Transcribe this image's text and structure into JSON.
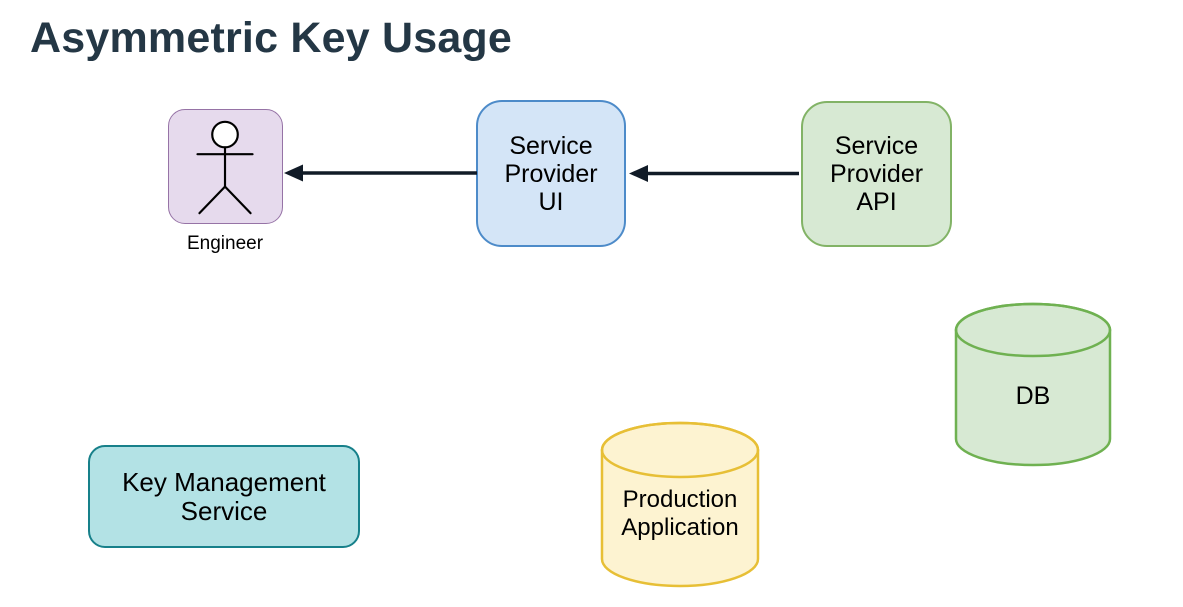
{
  "title": "Asymmetric Key Usage",
  "title_color": "#243745",
  "diagram": {
    "nodes": {
      "engineer": {
        "label": "Engineer",
        "shape": "actor-rounded-rect",
        "icon": "stick-figure-actor-icon",
        "fill": "#e6daed",
        "stroke": "#9673a6"
      },
      "service_provider_ui": {
        "lines": [
          "Service",
          "Provider",
          "UI"
        ],
        "shape": "rounded-rect",
        "fill": "#d4e5f7",
        "stroke": "#4d8bc9"
      },
      "service_provider_api": {
        "lines": [
          "Service",
          "Provider",
          "API"
        ],
        "shape": "rounded-rect",
        "fill": "#d7e9d3",
        "stroke": "#82b366"
      },
      "db": {
        "label": "DB",
        "shape": "cylinder",
        "fill": "#d7e9d3",
        "stroke": "#6fb151"
      },
      "production_application": {
        "lines": [
          "Production",
          "Application"
        ],
        "shape": "cylinder",
        "fill": "#fdf3d1",
        "stroke": "#e7bf36"
      },
      "key_management_service": {
        "lines": [
          "Key Management",
          "Service"
        ],
        "shape": "rounded-rect",
        "fill": "#b3e2e5",
        "stroke": "#17808a"
      }
    },
    "edges": [
      {
        "from": "service_provider_ui",
        "to": "engineer",
        "style": "solid-line-filled-arrowhead",
        "color": "#111b27"
      },
      {
        "from": "service_provider_api",
        "to": "service_provider_ui",
        "style": "solid-line-filled-arrowhead",
        "color": "#111b27"
      }
    ]
  }
}
